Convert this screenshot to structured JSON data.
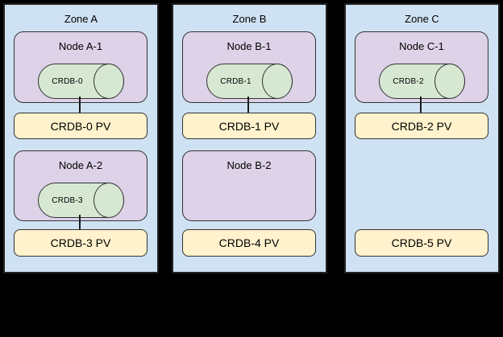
{
  "diagram_type": "topology-diagram",
  "colors": {
    "background": "#000000",
    "zone_fill": "#cfe2f3",
    "zone_border": "#222222",
    "node_fill": "#ddd2e8",
    "node_border": "#333333",
    "disk_fill": "#d6e8d2",
    "disk_border": "#333333",
    "pv_fill": "#fff2cc",
    "pv_border": "#333333",
    "text": "#000000",
    "connector": "#1a1a1a"
  },
  "zones": [
    {
      "label": "Zone A",
      "slots": [
        {
          "node": {
            "label": "Node A-1",
            "disk": "CRDB-0"
          },
          "pv": "CRDB-0 PV",
          "connected": true
        },
        {
          "node": {
            "label": "Node A-2",
            "disk": "CRDB-3"
          },
          "pv": "CRDB-3 PV",
          "connected": true
        }
      ]
    },
    {
      "label": "Zone B",
      "slots": [
        {
          "node": {
            "label": "Node B-1",
            "disk": "CRDB-1"
          },
          "pv": "CRDB-1 PV",
          "connected": true
        },
        {
          "node": {
            "label": "Node B-2",
            "disk": null
          },
          "pv": "CRDB-4 PV",
          "connected": false
        }
      ]
    },
    {
      "label": "Zone C",
      "slots": [
        {
          "node": {
            "label": "Node C-1",
            "disk": "CRDB-2"
          },
          "pv": "CRDB-2 PV",
          "connected": true
        },
        {
          "node": null,
          "pv": "CRDB-5 PV",
          "connected": false
        }
      ]
    }
  ]
}
